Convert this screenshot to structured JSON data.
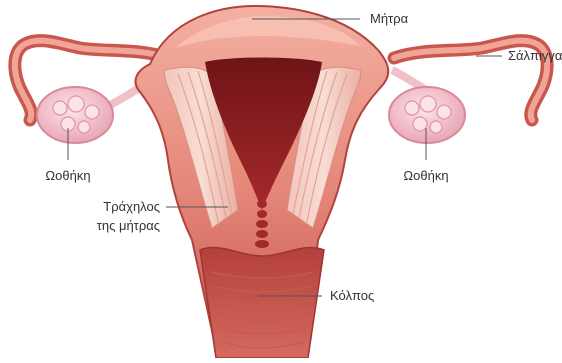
{
  "labels": {
    "uterus": "Μήτρα",
    "fallopian_tube": "Σάλπιγγα",
    "ovary_left": "Ωοθήκη",
    "ovary_right": "Ωοθήκη",
    "cervix_line1": "Τράχηλος",
    "cervix_line2": "της μήτρας",
    "vagina": "Κόλπος"
  },
  "colors": {
    "tissue_light": "#f4b3a6",
    "tissue_mid": "#e48a7c",
    "tissue_dark": "#b23a34",
    "cavity": "#8e1f22",
    "ovary": "#f6c9d2",
    "leader_line": "#555555"
  }
}
